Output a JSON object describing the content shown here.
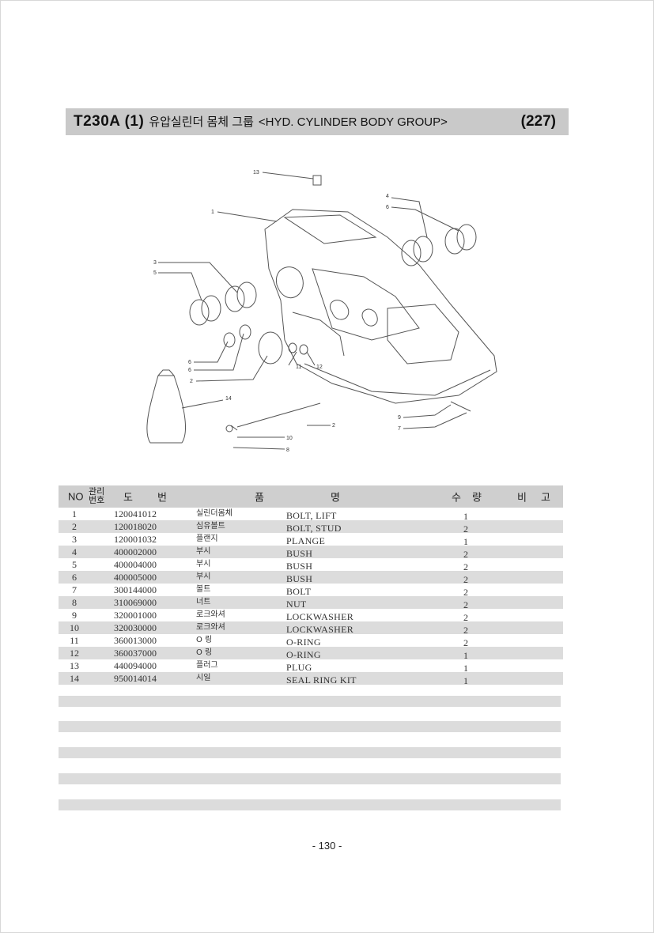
{
  "header": {
    "code": "T230A (1)",
    "title_ko": "유압실린더 몸체 그룹",
    "title_en": "<HYD. CYLINDER BODY  GROUP>",
    "page_ref": "(227)"
  },
  "diagram": {
    "callouts": [
      "13",
      "1",
      "4",
      "6",
      "3",
      "5",
      "6",
      "6",
      "2",
      "11",
      "12",
      "14",
      "9",
      "7",
      "2",
      "10",
      "8"
    ]
  },
  "table": {
    "headers": {
      "no": "NO",
      "mgmt_top": "관리",
      "mgmt_bottom": "번호",
      "drawing_1": "도",
      "drawing_2": "번",
      "name_1": "품",
      "name_2": "명",
      "qty_1": "수",
      "qty_2": "량",
      "remark_1": "비",
      "remark_2": "고"
    },
    "rows": [
      {
        "no": "1",
        "part": "120041012",
        "ko": "실린더몸체",
        "en": "BOLT, LIFT",
        "qty": "1"
      },
      {
        "no": "2",
        "part": "120018020",
        "ko": "심유볼트",
        "en": "BOLT, STUD",
        "qty": "2"
      },
      {
        "no": "3",
        "part": "120001032",
        "ko": "플랜지",
        "en": "PLANGE",
        "qty": "1"
      },
      {
        "no": "4",
        "part": "400002000",
        "ko": "부시",
        "en": "BUSH",
        "qty": "2"
      },
      {
        "no": "5",
        "part": "400004000",
        "ko": "부시",
        "en": "BUSH",
        "qty": "2"
      },
      {
        "no": "6",
        "part": "400005000",
        "ko": "부시",
        "en": "BUSH",
        "qty": "2"
      },
      {
        "no": "7",
        "part": "300144000",
        "ko": "볼트",
        "en": "BOLT",
        "qty": "2"
      },
      {
        "no": "8",
        "part": "310069000",
        "ko": "너트",
        "en": "NUT",
        "qty": "2"
      },
      {
        "no": "9",
        "part": "320001000",
        "ko": "로크와셔",
        "en": "LOCKWASHER",
        "qty": "2"
      },
      {
        "no": "10",
        "part": "320030000",
        "ko": "로크와셔",
        "en": "LOCKWASHER",
        "qty": "2"
      },
      {
        "no": "11",
        "part": "360013000",
        "ko": "O 링",
        "en": "O-RING",
        "qty": "2"
      },
      {
        "no": "12",
        "part": "360037000",
        "ko": "O 링",
        "en": "O-RING",
        "qty": "1"
      },
      {
        "no": "13",
        "part": "440094000",
        "ko": "플러그",
        "en": "PLUG",
        "qty": "1"
      },
      {
        "no": "14",
        "part": "950014014",
        "ko": "시일",
        "en": "SEAL RING KIT",
        "qty": "1"
      }
    ]
  },
  "footer": {
    "page": "- 130 -"
  }
}
